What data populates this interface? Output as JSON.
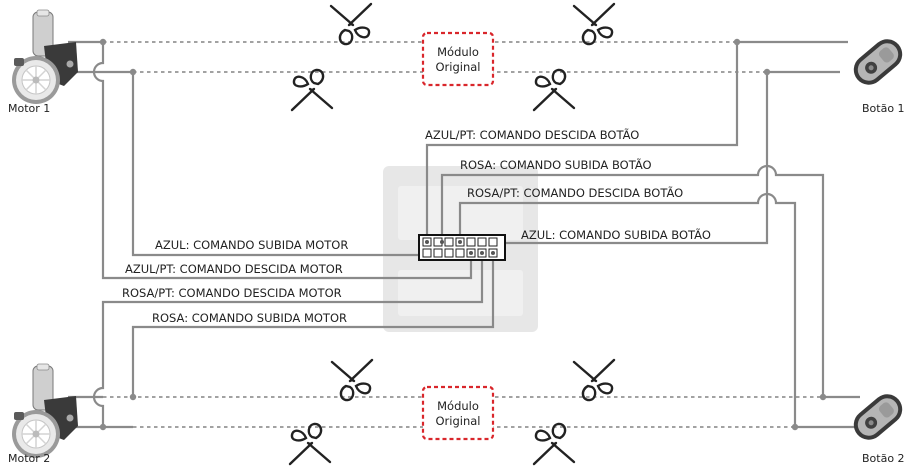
{
  "components": {
    "motor1": "Motor 1",
    "motor2": "Motor 2",
    "button1": "Botão 1",
    "button2": "Botão 2",
    "module_top": [
      "Módulo",
      "Original"
    ],
    "module_bottom": [
      "Módulo",
      "Original"
    ]
  },
  "wire_labels": {
    "azul_pt_button": "AZUL/PT: COMANDO DESCIDA BOTÃO",
    "rosa_button": "ROSA: COMANDO SUBIDA BOTÃO",
    "rosa_pt_button": "ROSA/PT: COMANDO DESCIDA BOTÃO",
    "azul_button": "AZUL: COMANDO SUBIDA BOTÃO",
    "azul_motor": "AZUL: COMANDO SUBIDA MOTOR",
    "azul_pt_motor": "AZUL/PT: COMANDO DESCIDA MOTOR",
    "rosa_pt_motor": "ROSA/PT: COMANDO DESCIDA MOTOR",
    "rosa_motor": "ROSA: COMANDO SUBIDA MOTOR"
  },
  "colors": {
    "wire": "#8a8a8a",
    "cut_wire": "#a2a2a2",
    "module_border": "#d9262b"
  },
  "icons": [
    "scissors-icon",
    "motor-icon",
    "switch-button-icon",
    "connector-icon"
  ]
}
